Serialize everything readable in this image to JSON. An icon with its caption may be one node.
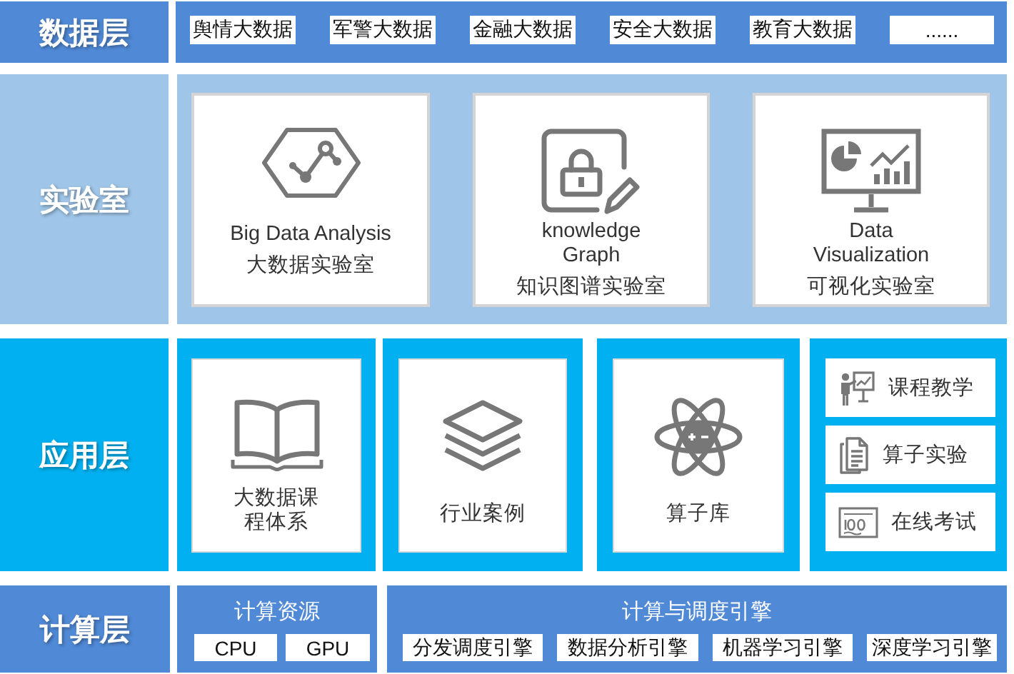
{
  "diagram": {
    "nodes": [
      {
        "text": [
          "数据层"
        ]
      },
      {
        "text": [],
        "shape": "box"
      },
      {
        "text": [
          "舆情大数据"
        ],
        "in": 1
      },
      {
        "text": [
          "军警大数据"
        ],
        "in": 1
      },
      {
        "text": [
          "金融大数据"
        ],
        "in": 1
      },
      {
        "text": [
          "安全大数据"
        ],
        "in": 1
      },
      {
        "text": [
          "教育大数据"
        ],
        "in": 1
      },
      {
        "text": [
          "......"
        ],
        "in": 1
      },
      {
        "text": [
          "实验室"
        ]
      },
      {
        "text": [],
        "shape": "box"
      },
      {
        "text": [
          "Big Data Analysis",
          "大数据实验室"
        ],
        "in": 9
      },
      {
        "text": [
          "knowledge Graph",
          "知识图谱实验室"
        ],
        "in": 9
      },
      {
        "text": [
          "Data Visualization",
          "可视化实验室"
        ],
        "in": 9
      },
      {
        "text": [
          "应用层"
        ]
      },
      {
        "text": [],
        "shape": "box"
      },
      {
        "text": [
          "大数据课程体系"
        ],
        "in": 14
      },
      {
        "text": [],
        "shape": "box"
      },
      {
        "text": [
          "行业案例"
        ],
        "in": 16
      },
      {
        "text": [],
        "shape": "box"
      },
      {
        "text": [
          "算子库"
        ],
        "in": 18
      },
      {
        "text": [],
        "shape": "box"
      },
      {
        "text": [
          "课程教学"
        ],
        "in": 20
      },
      {
        "text": [
          "算子实验"
        ],
        "in": 20
      },
      {
        "text": [
          "在线考试"
        ],
        "in": 20
      },
      {
        "text": [
          "计算层"
        ]
      },
      {
        "text": [
          "计算资源"
        ]
      },
      {
        "text": [
          "CPU"
        ],
        "in": 25
      },
      {
        "text": [
          "GPU"
        ],
        "in": 25
      },
      {
        "text": [
          "计算与调度引擎"
        ]
      },
      {
        "text": [
          "分发调度引擎"
        ],
        "in": 28
      },
      {
        "text": [
          "数据分析引擎"
        ],
        "in": 28
      },
      {
        "text": [
          "机器学习引擎"
        ],
        "in": 28
      },
      {
        "text": [
          "深度学习引擎"
        ],
        "in": 28
      }
    ]
  }
}
